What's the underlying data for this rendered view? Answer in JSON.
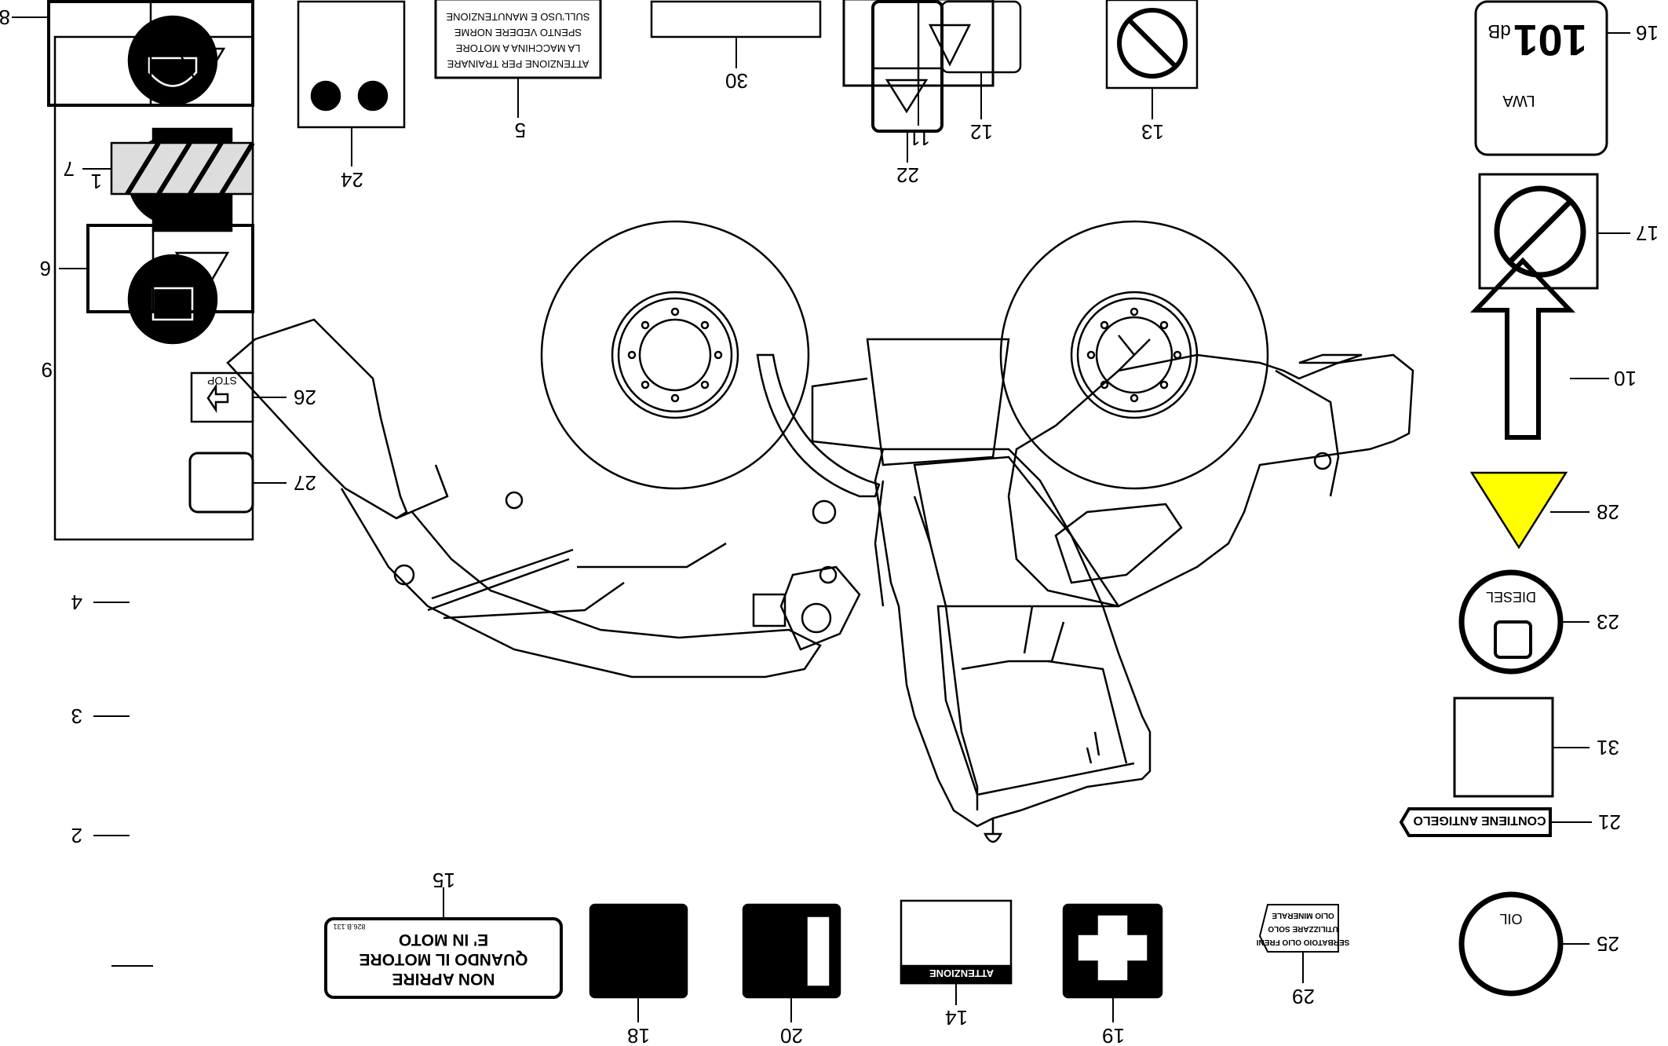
{
  "diagram": {
    "callouts": [
      "1",
      "2",
      "3",
      "4",
      "5",
      "6",
      "7",
      "8",
      "9",
      "10",
      "11",
      "12",
      "13",
      "14",
      "15",
      "16",
      "17",
      "18",
      "19",
      "20",
      "21",
      "22",
      "23",
      "24",
      "25",
      "26",
      "27",
      "28",
      "29",
      "30",
      "31"
    ],
    "decals": {
      "d5": [
        "ATTENZIONE  PER  TRAINARE",
        "LA  MACCHINA  A  MOTORE",
        "SPENTO  VEDERE  NORME",
        "SULL'USO  E  MANUTENZIONE"
      ],
      "d15": [
        "NON APRIRE",
        "QUANDO IL MOTORE",
        "E' IN MOTO"
      ],
      "d15_code": "826.B.131",
      "d16": "101",
      "d16_unit": "dB",
      "d16_lwa": "LWA",
      "d21": "CONTIENE ANTIGELO",
      "d23": "DIESEL",
      "d25": "OIL",
      "d26": "STOP",
      "d14": "ATTENZIONE",
      "d29": [
        "SERBATOIO OLIO FRENI",
        "UTILIZZARE SOLO",
        "OLIO MINERALE"
      ]
    }
  }
}
